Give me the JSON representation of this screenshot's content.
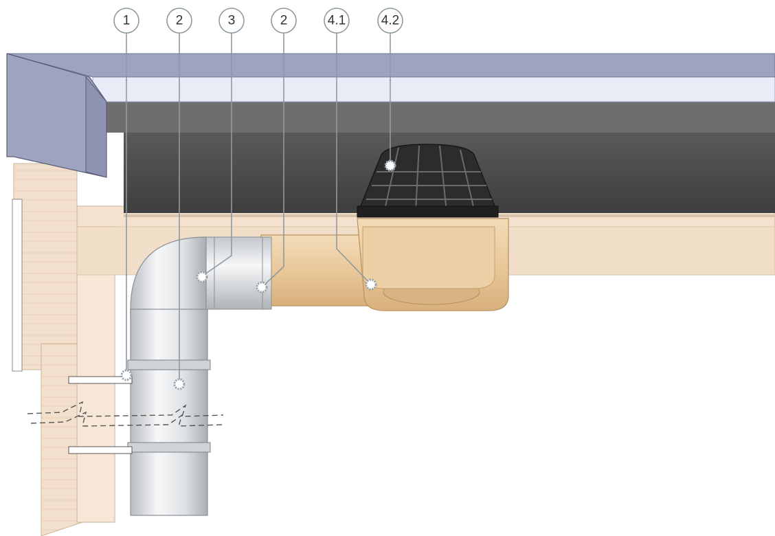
{
  "callouts": [
    {
      "id": "c1",
      "label": "1"
    },
    {
      "id": "c2a",
      "label": "2"
    },
    {
      "id": "c3",
      "label": "3"
    },
    {
      "id": "c2b",
      "label": "2"
    },
    {
      "id": "c41",
      "label": "4.1"
    },
    {
      "id": "c42",
      "label": "4.2"
    }
  ],
  "colors": {
    "metal_flashing": "#9ea3c0",
    "membrane_light": "#e9ecf7",
    "roof_dark": "#4a4a4a",
    "wood": "#f2ddc8",
    "drain_body": "#e8c79b",
    "pipe_steel": "#e6e8ea",
    "grate": "#2c2c2c",
    "callout_line": "#8e9aa2"
  }
}
